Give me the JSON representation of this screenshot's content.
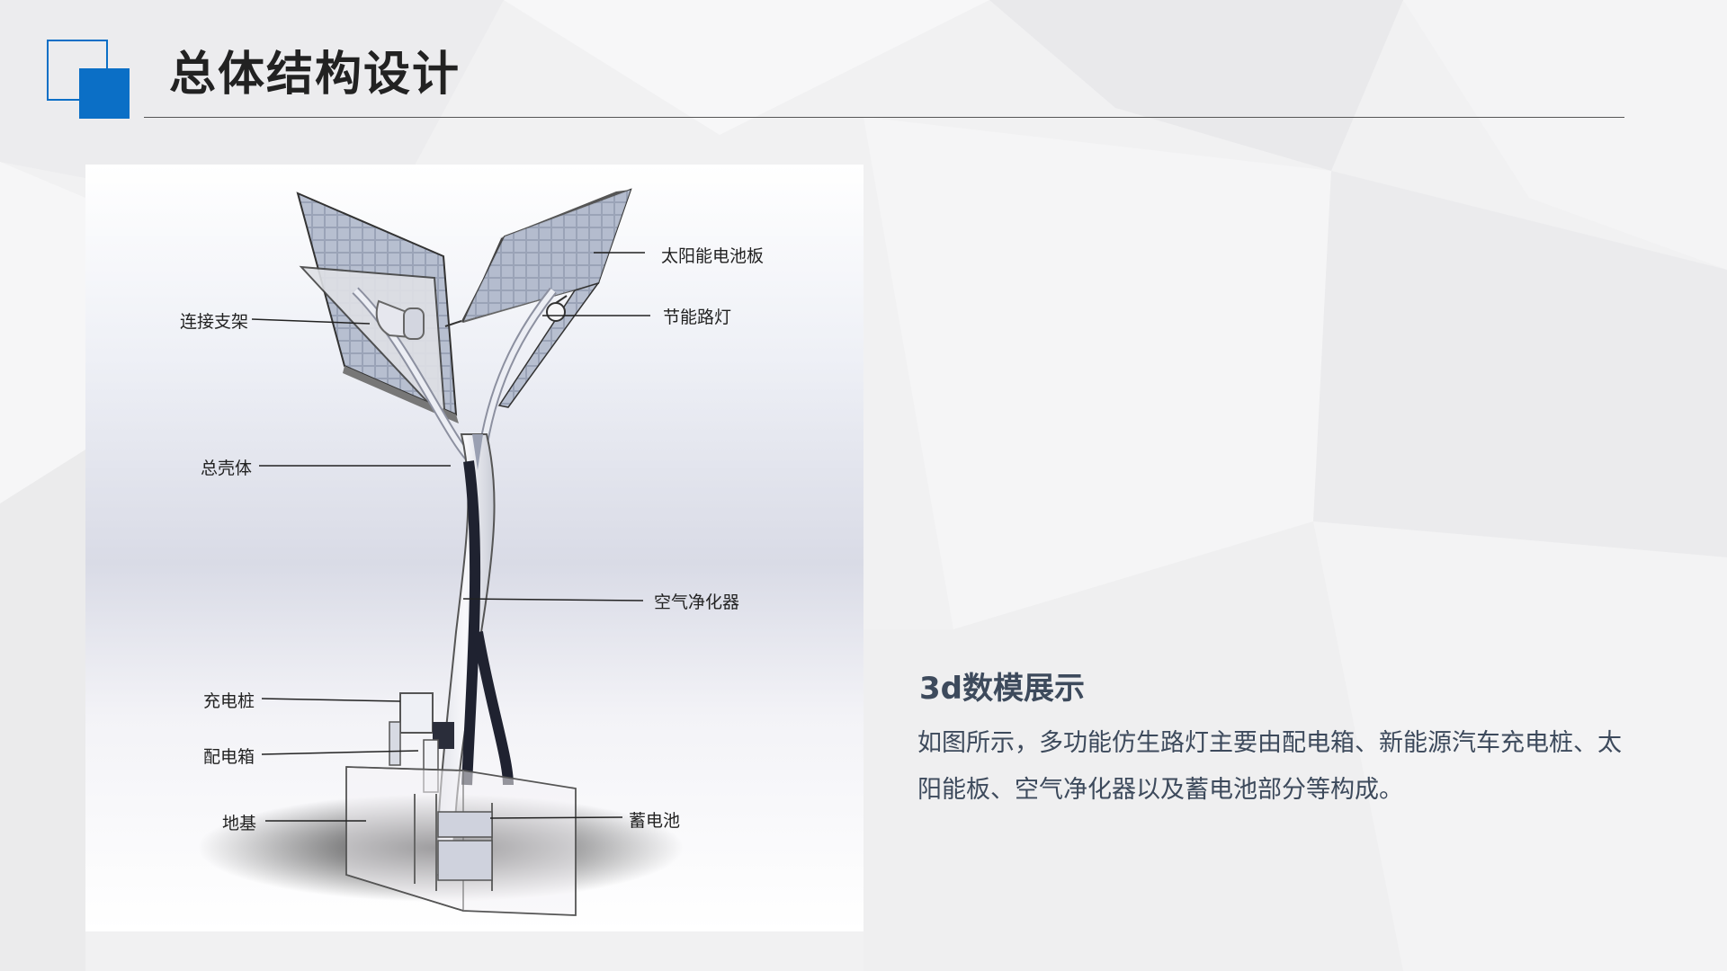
{
  "slide": {
    "title": "总体结构设计",
    "subheading": "3d数模展示",
    "description": "如图所示，多功能仿生路灯主要由配电箱、新能源汽车充电桩、太阳能板、空气净化器以及蓄电池部分等构成。"
  },
  "figure": {
    "labels": {
      "solar_panel": "太阳能电池板",
      "bracket": "连接支架",
      "lamp": "节能路灯",
      "housing": "总壳体",
      "air_purifier": "空气净化器",
      "charging_pile": "充电桩",
      "distribution_box": "配电箱",
      "foundation": "地基",
      "battery": "蓄电池"
    }
  },
  "colors": {
    "accent": "#0b6fc6",
    "title_text": "#222222",
    "body_text": "#3d4a5c"
  }
}
